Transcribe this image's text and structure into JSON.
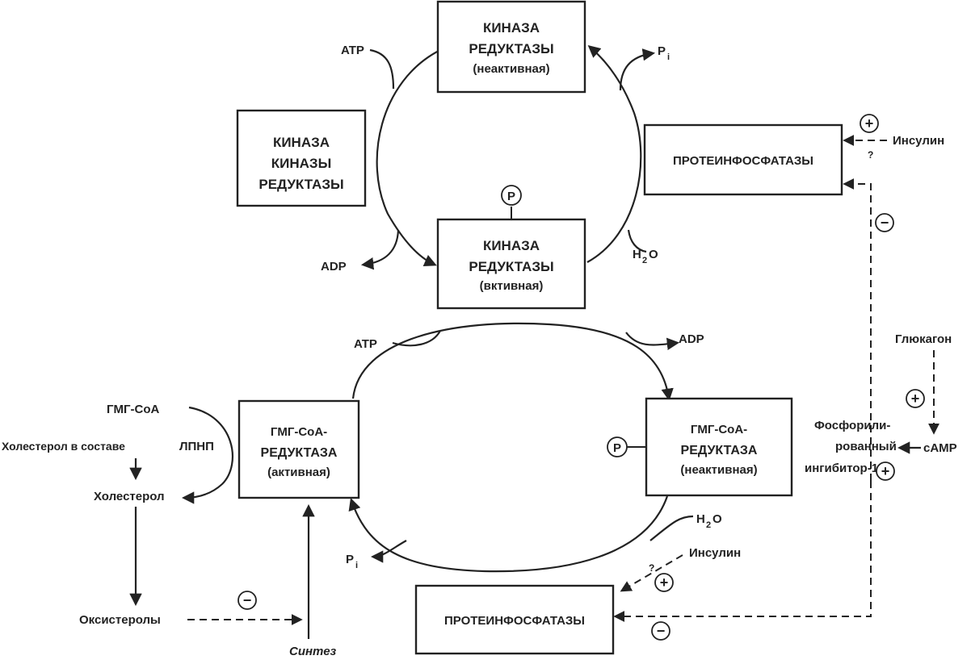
{
  "top_cycle": {
    "kinase_inactive": {
      "line1": "КИНАЗА",
      "line2": "РЕДУКТАЗЫ",
      "line3": "(неактивная)"
    },
    "kinase_active": {
      "line1": "КИНАЗА",
      "line2": "РЕДУКТАЗЫ",
      "line3": "(вктивная)"
    },
    "kinase_kinase": {
      "line1": "КИНАЗА",
      "line2": "КИНАЗЫ",
      "line3": "РЕДУКТАЗЫ"
    },
    "phosphatase": "ПРОТЕИНФОСФАТАЗЫ",
    "atp": "ATP",
    "adp": "ADP",
    "pi": "P",
    "pi_sub": "i",
    "h2o_h": "H",
    "h2o_2": "2",
    "h2o_o": "O",
    "phospho": "P",
    "insulin": "Инсулин",
    "question": "?",
    "plus": "+",
    "minus": "−"
  },
  "bottom_cycle": {
    "hmg_active": {
      "line1": "ГМГ-СоА-",
      "line2": "РЕДУКТАЗА",
      "line3": "(активная)"
    },
    "hmg_inactive": {
      "line1": "ГМГ-СоА-",
      "line2": "РЕДУКТАЗА",
      "line3": "(неактивная)"
    },
    "phosphatase": "ПРОТЕИНФОСФАТАЗЫ",
    "atp": "ATP",
    "adp": "ADP",
    "pi": "P",
    "pi_sub": "i",
    "h2o_h": "H",
    "h2o_2": "2",
    "h2o_o": "O",
    "phospho": "P",
    "insulin": "Инсулин",
    "question": "?",
    "plus": "+",
    "minus": "−"
  },
  "left_pathway": {
    "hmg_coa": "ГМГ-СоА",
    "ldl_cholesterol": "Холестерол в составе",
    "ldl_abbr": "ЛПНП",
    "cholesterol": "Холестерол",
    "oxysterols": "Оксистеролы",
    "synthesis": "Синтез",
    "minus": "−"
  },
  "right_pathway": {
    "glucagon": "Глюкагон",
    "camp": "cAMP",
    "inhibitor_line1": "Фосфорили-",
    "inhibitor_line2": "рованный",
    "inhibitor_line3": "ингибитор-1",
    "plus": "+",
    "minus": "−"
  }
}
